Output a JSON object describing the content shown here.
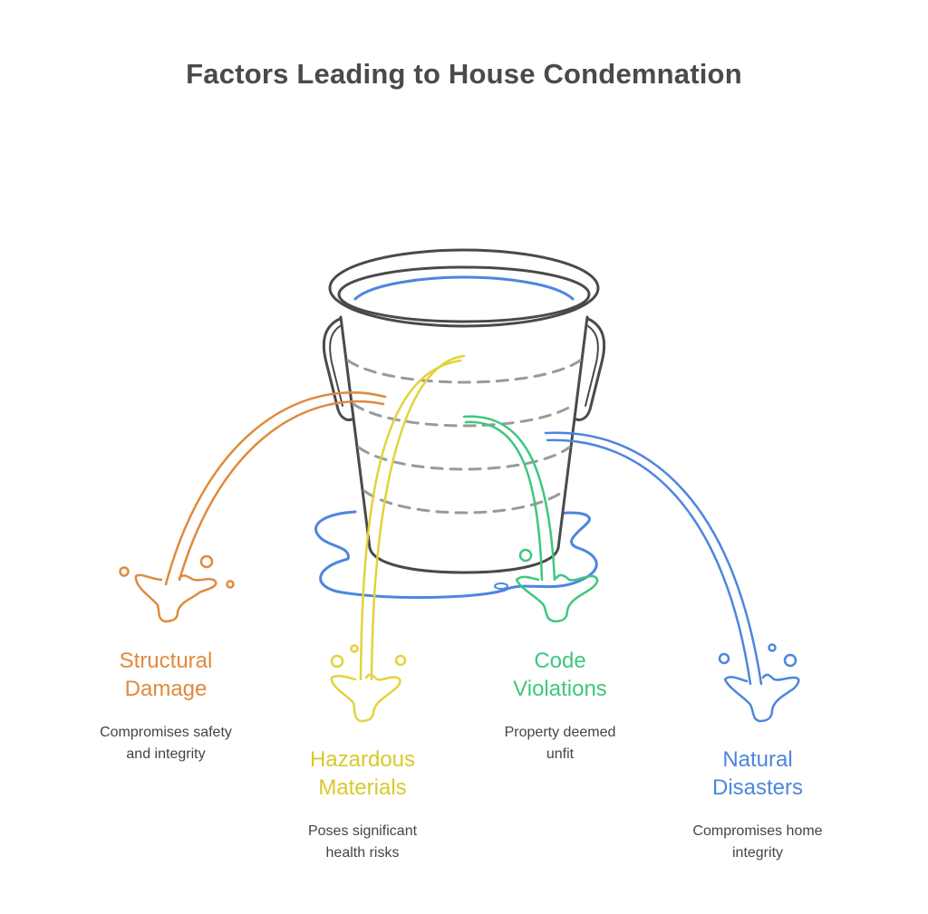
{
  "title": "Factors Leading to House Condemnation",
  "colors": {
    "orange": "#E08A3C",
    "yellow": "#E2D33A",
    "green": "#3EC77E",
    "blue": "#4D86DD",
    "outline": "#4A4A4A",
    "dashes": "#9A9A9A"
  },
  "factors": [
    {
      "title": "Structural\nDamage",
      "description": "Compromises safety\nand integrity",
      "color": "#E08A3C"
    },
    {
      "title": "Hazardous\nMaterials",
      "description": "Poses significant\nhealth risks",
      "color": "#D9C92A"
    },
    {
      "title": "Code\nViolations",
      "description": "Property deemed\nunfit",
      "color": "#3EC77E"
    },
    {
      "title": "Natural\nDisasters",
      "description": "Compromises home\nintegrity",
      "color": "#4D86DD"
    }
  ]
}
